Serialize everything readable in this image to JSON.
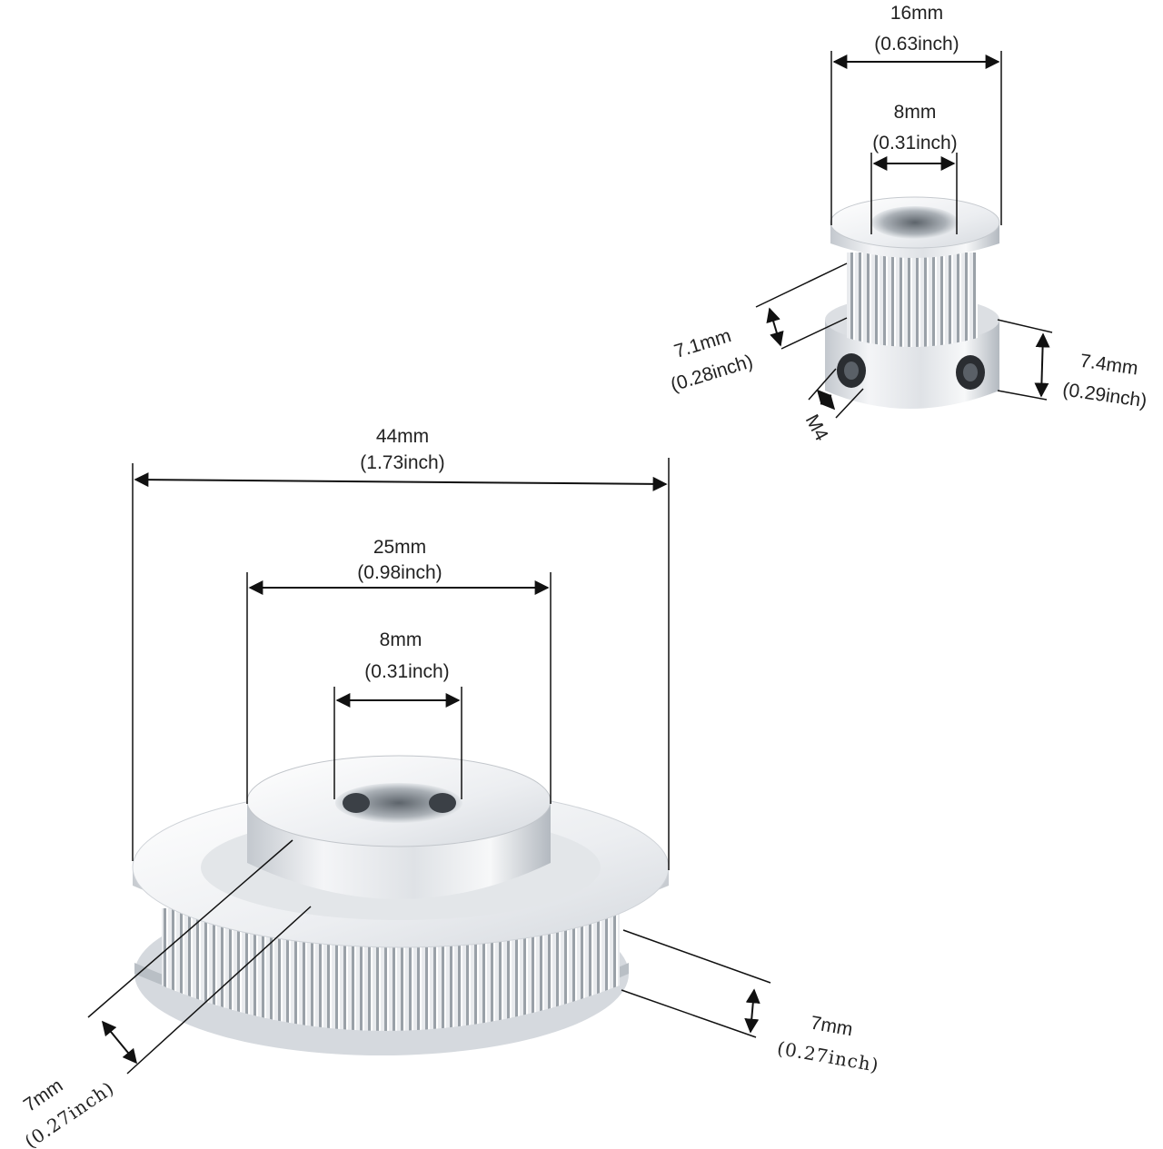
{
  "small_pulley": {
    "outer_width": {
      "mm": "16mm",
      "inch": "(0.63inch)"
    },
    "bore": {
      "mm": "8mm",
      "inch": "(0.31inch)"
    },
    "tooth_height": {
      "mm": "7.1mm",
      "inch": "(0.28inch)"
    },
    "hub_height": {
      "mm": "7.4mm",
      "inch": "(0.29inch)"
    },
    "set_screw": "M4"
  },
  "large_pulley": {
    "outer_width": {
      "mm": "44mm",
      "inch": "(1.73inch)"
    },
    "hub_width": {
      "mm": "25mm",
      "inch": "(0.98inch)"
    },
    "bore": {
      "mm": "8mm",
      "inch": "(0.31inch)"
    },
    "tooth_height_left": {
      "mm": "7mm",
      "inch": "(0.27inch)"
    },
    "tooth_height_right": {
      "mm": "7mm",
      "inch": "(0.27inch)"
    }
  },
  "colors": {
    "metal_light": "#f2f3f5",
    "metal_mid": "#cfd3d8",
    "metal_dark": "#8e959c",
    "line": "#111111"
  }
}
